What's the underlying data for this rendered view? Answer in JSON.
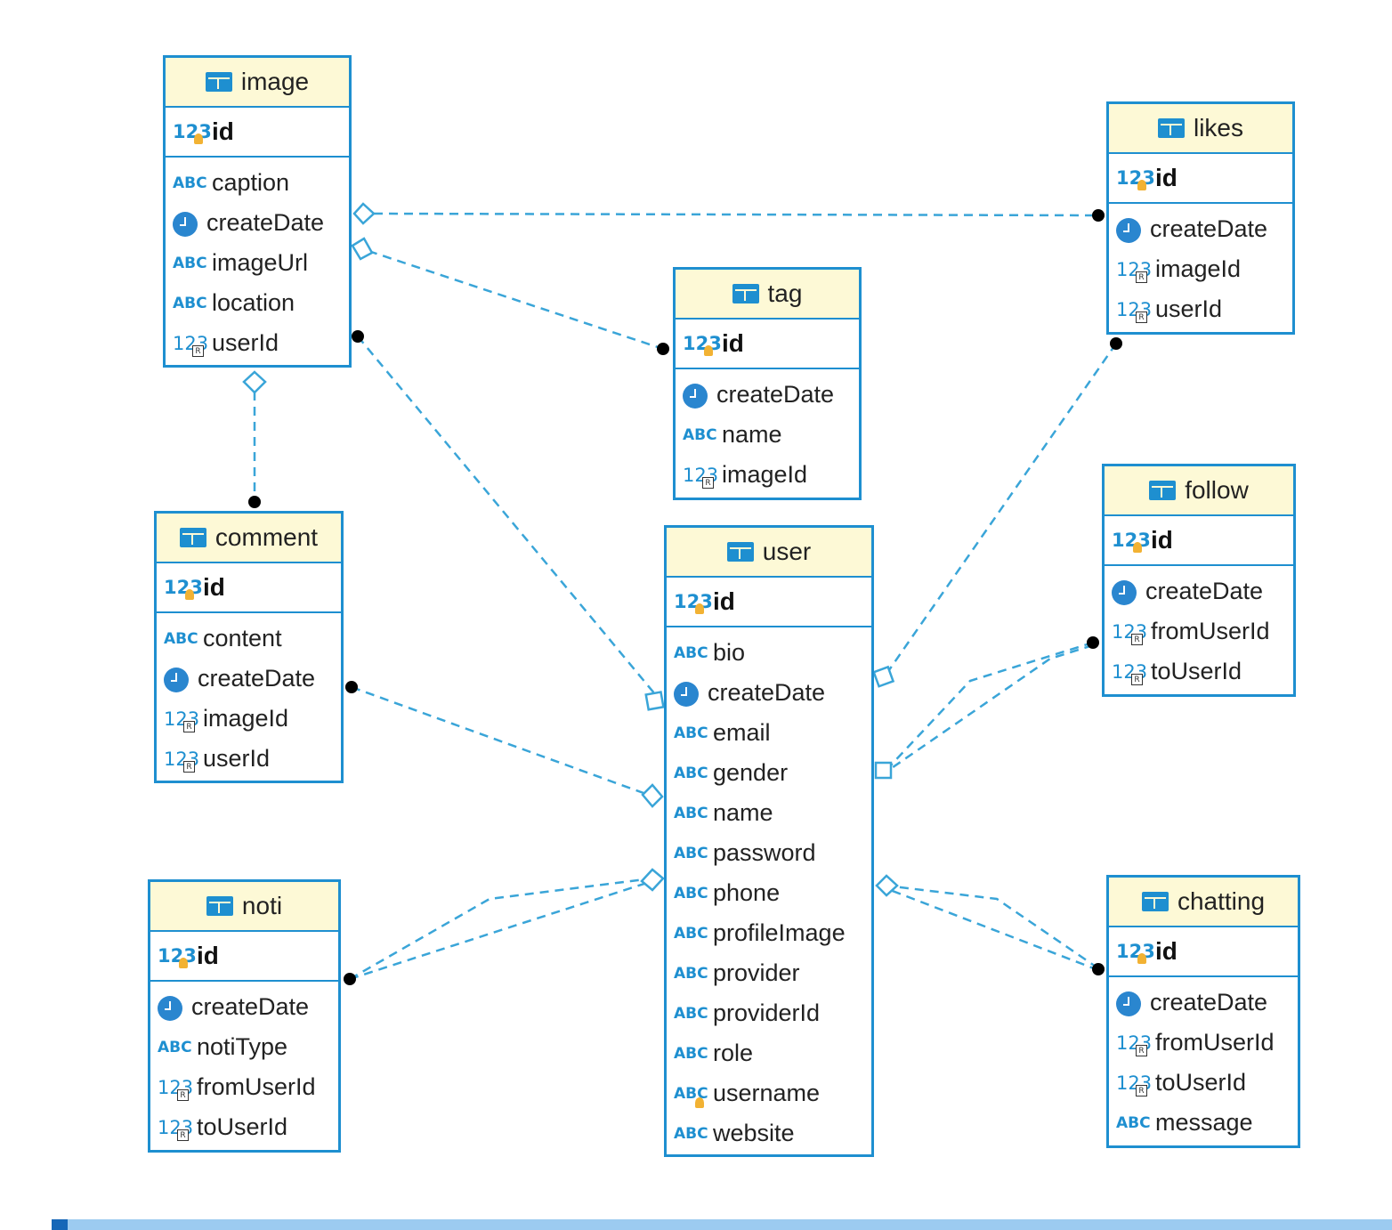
{
  "colors": {
    "border": "#1e8fd0",
    "header": "#fdf9d6",
    "link": "#3aa5d8",
    "abc": "#1e8fd0"
  },
  "icons": {
    "table": "table-icon",
    "abc": "text-type-icon",
    "num": "number-type-icon",
    "date": "clock-icon",
    "pk": "key-icon",
    "fk": "foreign-key-icon"
  },
  "entities": {
    "image": {
      "name": "image",
      "pk": "id",
      "columns": [
        {
          "icon": "abc",
          "label": "caption"
        },
        {
          "icon": "date",
          "label": "createDate"
        },
        {
          "icon": "abc",
          "label": "imageUrl"
        },
        {
          "icon": "abc",
          "label": "location"
        },
        {
          "icon": "fk",
          "label": "userId"
        }
      ]
    },
    "likes": {
      "name": "likes",
      "pk": "id",
      "columns": [
        {
          "icon": "date",
          "label": "createDate"
        },
        {
          "icon": "fk",
          "label": "imageId"
        },
        {
          "icon": "fk",
          "label": "userId"
        }
      ]
    },
    "tag": {
      "name": "tag",
      "pk": "id",
      "columns": [
        {
          "icon": "date",
          "label": "createDate"
        },
        {
          "icon": "abc",
          "label": "name"
        },
        {
          "icon": "fk",
          "label": "imageId"
        }
      ]
    },
    "comment": {
      "name": "comment",
      "pk": "id",
      "columns": [
        {
          "icon": "abc",
          "label": "content"
        },
        {
          "icon": "date",
          "label": "createDate"
        },
        {
          "icon": "fk",
          "label": "imageId"
        },
        {
          "icon": "fk",
          "label": "userId"
        }
      ]
    },
    "user": {
      "name": "user",
      "pk": "id",
      "columns": [
        {
          "icon": "abc",
          "label": "bio"
        },
        {
          "icon": "date",
          "label": "createDate"
        },
        {
          "icon": "abc",
          "label": "email"
        },
        {
          "icon": "abc",
          "label": "gender"
        },
        {
          "icon": "abc",
          "label": "name"
        },
        {
          "icon": "abc",
          "label": "password"
        },
        {
          "icon": "abc",
          "label": "phone"
        },
        {
          "icon": "abc",
          "label": "profileImage"
        },
        {
          "icon": "abc",
          "label": "provider"
        },
        {
          "icon": "abc",
          "label": "providerId"
        },
        {
          "icon": "abc",
          "label": "role"
        },
        {
          "icon": "abckey",
          "label": "username"
        },
        {
          "icon": "abc",
          "label": "website"
        }
      ]
    },
    "follow": {
      "name": "follow",
      "pk": "id",
      "columns": [
        {
          "icon": "date",
          "label": "createDate"
        },
        {
          "icon": "fk",
          "label": "fromUserId"
        },
        {
          "icon": "fk",
          "label": "toUserId"
        }
      ]
    },
    "noti": {
      "name": "noti",
      "pk": "id",
      "columns": [
        {
          "icon": "date",
          "label": "createDate"
        },
        {
          "icon": "abc",
          "label": "notiType"
        },
        {
          "icon": "fk",
          "label": "fromUserId"
        },
        {
          "icon": "fk",
          "label": "toUserId"
        }
      ]
    },
    "chatting": {
      "name": "chatting",
      "pk": "id",
      "columns": [
        {
          "icon": "date",
          "label": "createDate"
        },
        {
          "icon": "fk",
          "label": "fromUserId"
        },
        {
          "icon": "fk",
          "label": "toUserId"
        },
        {
          "icon": "abc",
          "label": "message"
        }
      ]
    }
  }
}
